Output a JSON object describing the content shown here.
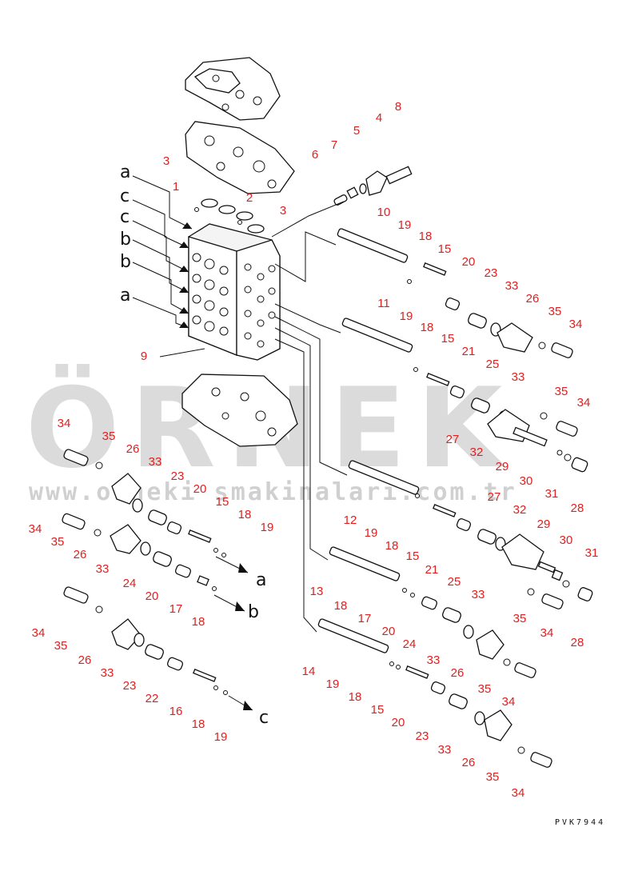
{
  "watermark": {
    "brand": "ÖRNEK",
    "url": "www.orneki smakinalari.com.tr",
    "accent_color": "#f3d55a"
  },
  "flow_letters": [
    "a",
    "c",
    "c",
    "b",
    "b",
    "a",
    "a",
    "b",
    "c"
  ],
  "drawing_code": "PVK7944",
  "callouts": [
    "3",
    "1",
    "2",
    "3",
    "9",
    "6",
    "7",
    "5",
    "4",
    "8",
    "10",
    "19",
    "18",
    "15",
    "20",
    "23",
    "33",
    "26",
    "35",
    "34",
    "11",
    "19",
    "18",
    "15",
    "21",
    "25",
    "33",
    "35",
    "34",
    "27",
    "32",
    "29",
    "30",
    "31",
    "28",
    "12",
    "19",
    "18",
    "15",
    "21",
    "25",
    "33",
    "27",
    "32",
    "29",
    "30",
    "31",
    "28",
    "35",
    "34",
    "13",
    "18",
    "17",
    "20",
    "24",
    "33",
    "26",
    "35",
    "34",
    "14",
    "19",
    "18",
    "15",
    "20",
    "23",
    "33",
    "26",
    "35",
    "34",
    "34",
    "35",
    "26",
    "33",
    "23",
    "20",
    "15",
    "18",
    "19",
    "34",
    "35",
    "26",
    "33",
    "24",
    "20",
    "17",
    "18",
    "34",
    "35",
    "26",
    "33",
    "23",
    "22",
    "16",
    "18",
    "19"
  ]
}
